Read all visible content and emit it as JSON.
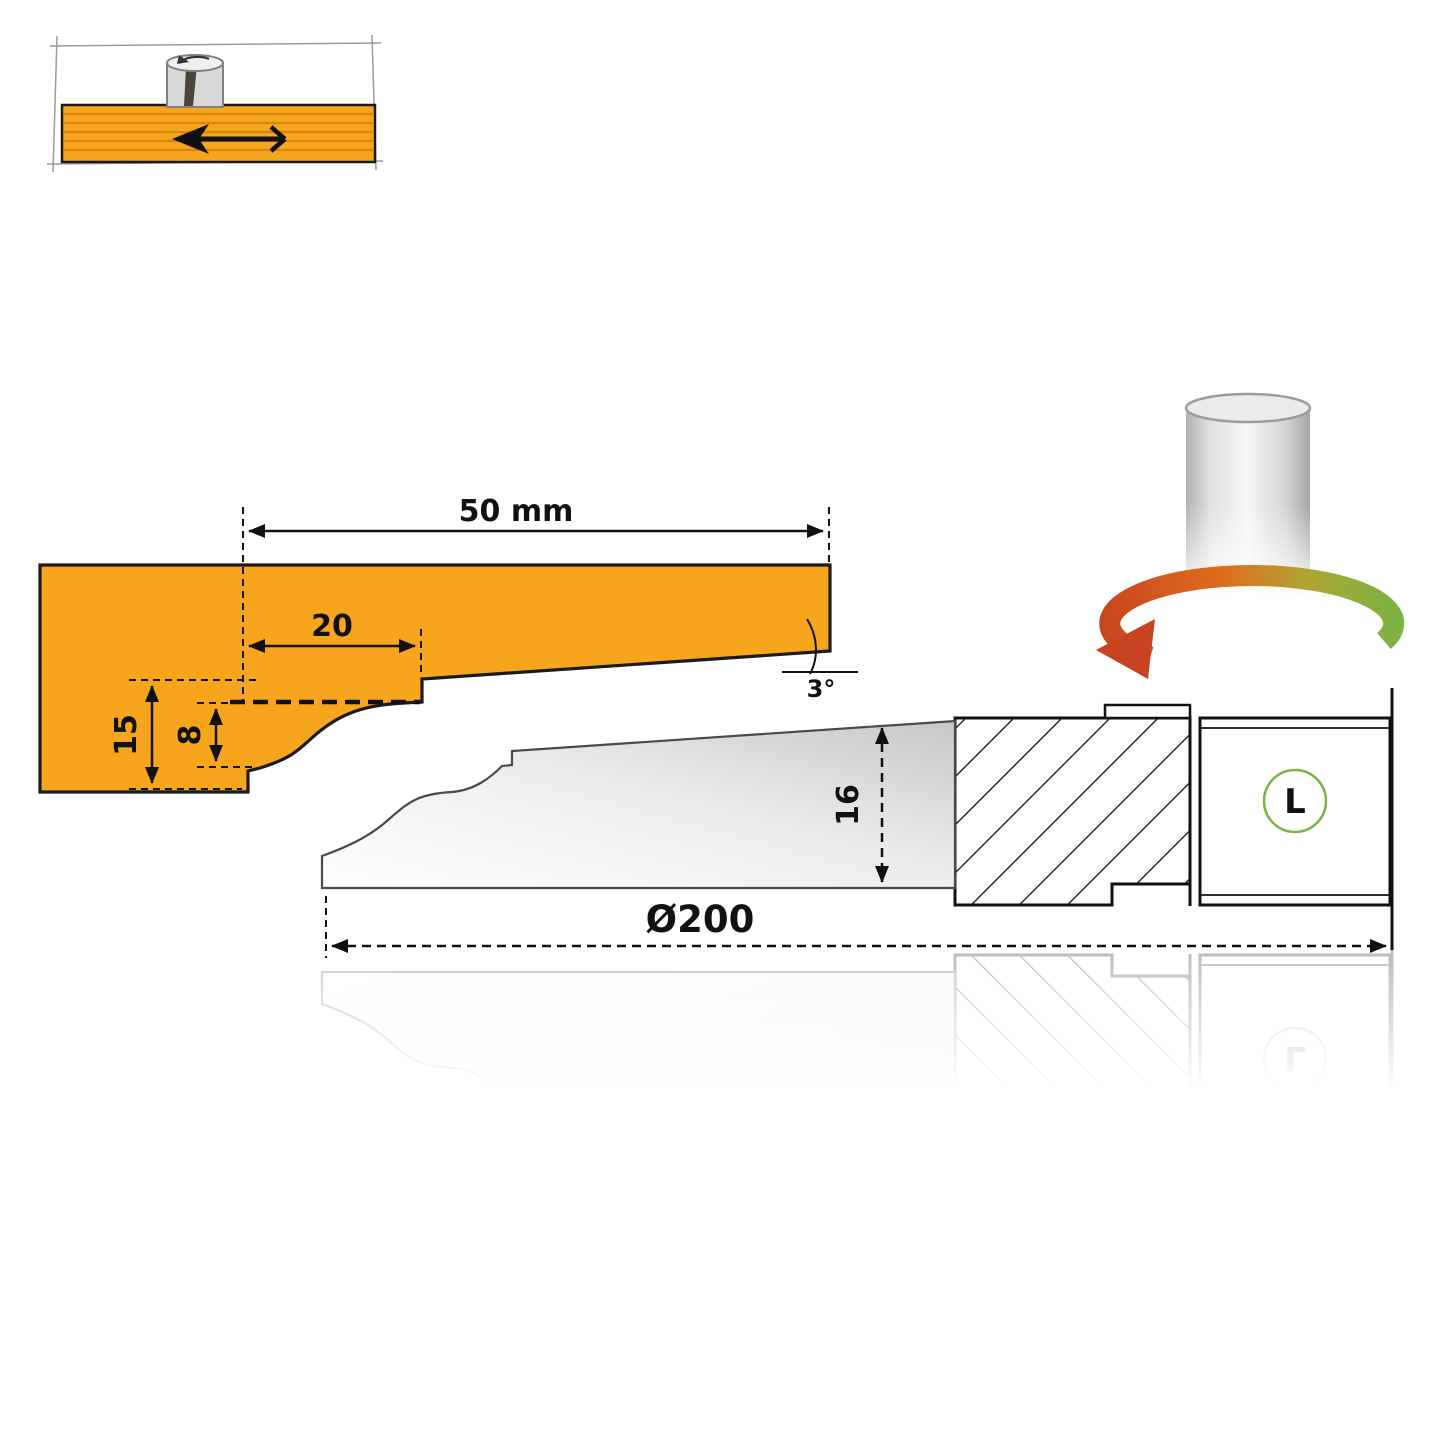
{
  "profile": {
    "width_label": "50 mm",
    "rebate_width_label": "20",
    "depth_label": "15",
    "tongue_thickness_label": "8",
    "bevel_angle_label": "3°"
  },
  "cutter": {
    "edge_height_label": "16",
    "diameter_label": "Ø200",
    "rotation_label": "L"
  },
  "colors": {
    "wood": "#F6A51C",
    "wood_grain": "#D8860B",
    "outline": "#1A1A1A",
    "rotation_green": "#7CB342",
    "rotation_red": "#C8431F"
  }
}
